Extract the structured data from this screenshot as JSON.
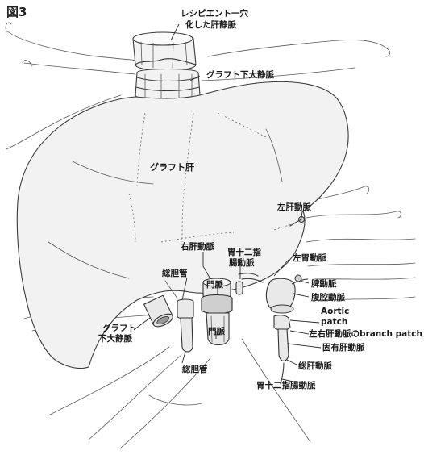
{
  "figure": {
    "title": "図3"
  },
  "labels": {
    "recipient_hv_line1": "レシピエント一穴",
    "recipient_hv_line2": "化した肝静脈",
    "graft_ivc_top": "グラフト下大静脈",
    "graft_liver": "グラフト肝",
    "left_hepatic_artery": "左肝動脈",
    "right_hepatic_artery": "右肝動脈",
    "gastroduodenal_line1": "胃十二指",
    "gastroduodenal_line2": "腸動脈",
    "left_gastric_artery": "左胃動脈",
    "common_bile_duct_graft": "総胆管",
    "portal_vein_graft": "門脈",
    "splenic_artery": "脾動脈",
    "celiac_artery": "腹腔動脈",
    "aortic_patch_line1": "Aortic",
    "aortic_patch_line2": "patch",
    "branch_patch": "左右肝動脈のbranch patch",
    "proper_hepatic_artery": "固有肝動脈",
    "graft_ivc_bottom_line1": "グラフト",
    "graft_ivc_bottom_line2": "下大静脈",
    "common_bile_duct_recipient": "総胆管",
    "portal_vein_recipient": "門脈",
    "common_hepatic_artery": "総肝動脈",
    "gastroduodenal_bottom": "胃十二指腸動脈"
  }
}
